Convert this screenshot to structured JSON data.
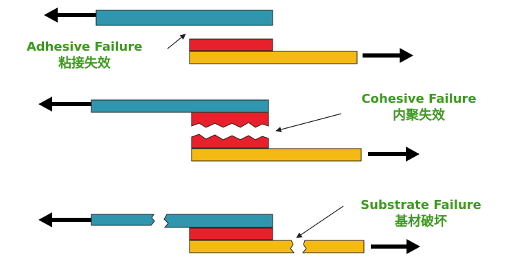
{
  "colors": {
    "top_substrate": "#2f96ad",
    "adhesive": "#e8202b",
    "bottom_substrate": "#f5b914",
    "label_text": "#3d9a1e",
    "arrow": "#000000",
    "outline": "#222222"
  },
  "panels": [
    {
      "mode": "adhesive",
      "label_en": "Adhesive Failure",
      "label_zh": "粘接失效"
    },
    {
      "mode": "cohesive",
      "label_en": "Cohesive Failure",
      "label_zh": "内聚失效"
    },
    {
      "mode": "substrate",
      "label_en": "Substrate Failure",
      "label_zh": "基材破坏"
    }
  ]
}
